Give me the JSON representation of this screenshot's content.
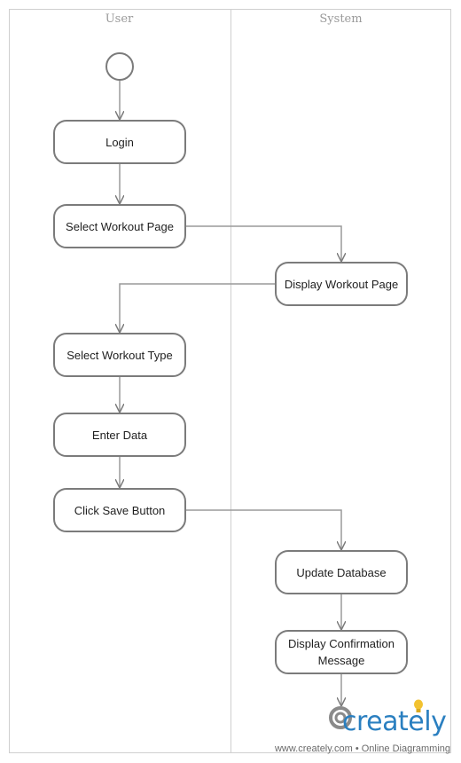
{
  "lanes": {
    "user": "User",
    "system": "System"
  },
  "nodes": {
    "login": "Login",
    "select_workout_page": "Select Workout Page",
    "display_workout_page": "Display Workout Page",
    "select_workout_type": "Select Workout Type",
    "enter_data": "Enter Data",
    "click_save_button": "Click Save Button",
    "update_database": "Update Database",
    "display_confirmation": "Display Confirmation Message"
  },
  "brand": {
    "logo_text": "creately",
    "tagline": "www.creately.com • Online Diagramming",
    "color": "#2a7fc0"
  }
}
